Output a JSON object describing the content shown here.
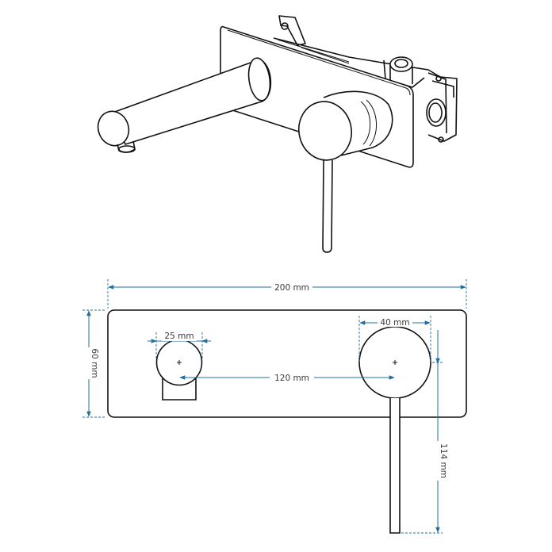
{
  "dimensions": {
    "overall_width": "200 mm",
    "overall_height": "60 mm",
    "spout_diameter": "25 mm",
    "handle_diameter": "40 mm",
    "center_distance": "120 mm",
    "lever_height": "114 mm"
  },
  "colors": {
    "line": "#111111",
    "dimension": "#1f6f9b",
    "text": "#3a3a3a",
    "background": "#ffffff"
  }
}
